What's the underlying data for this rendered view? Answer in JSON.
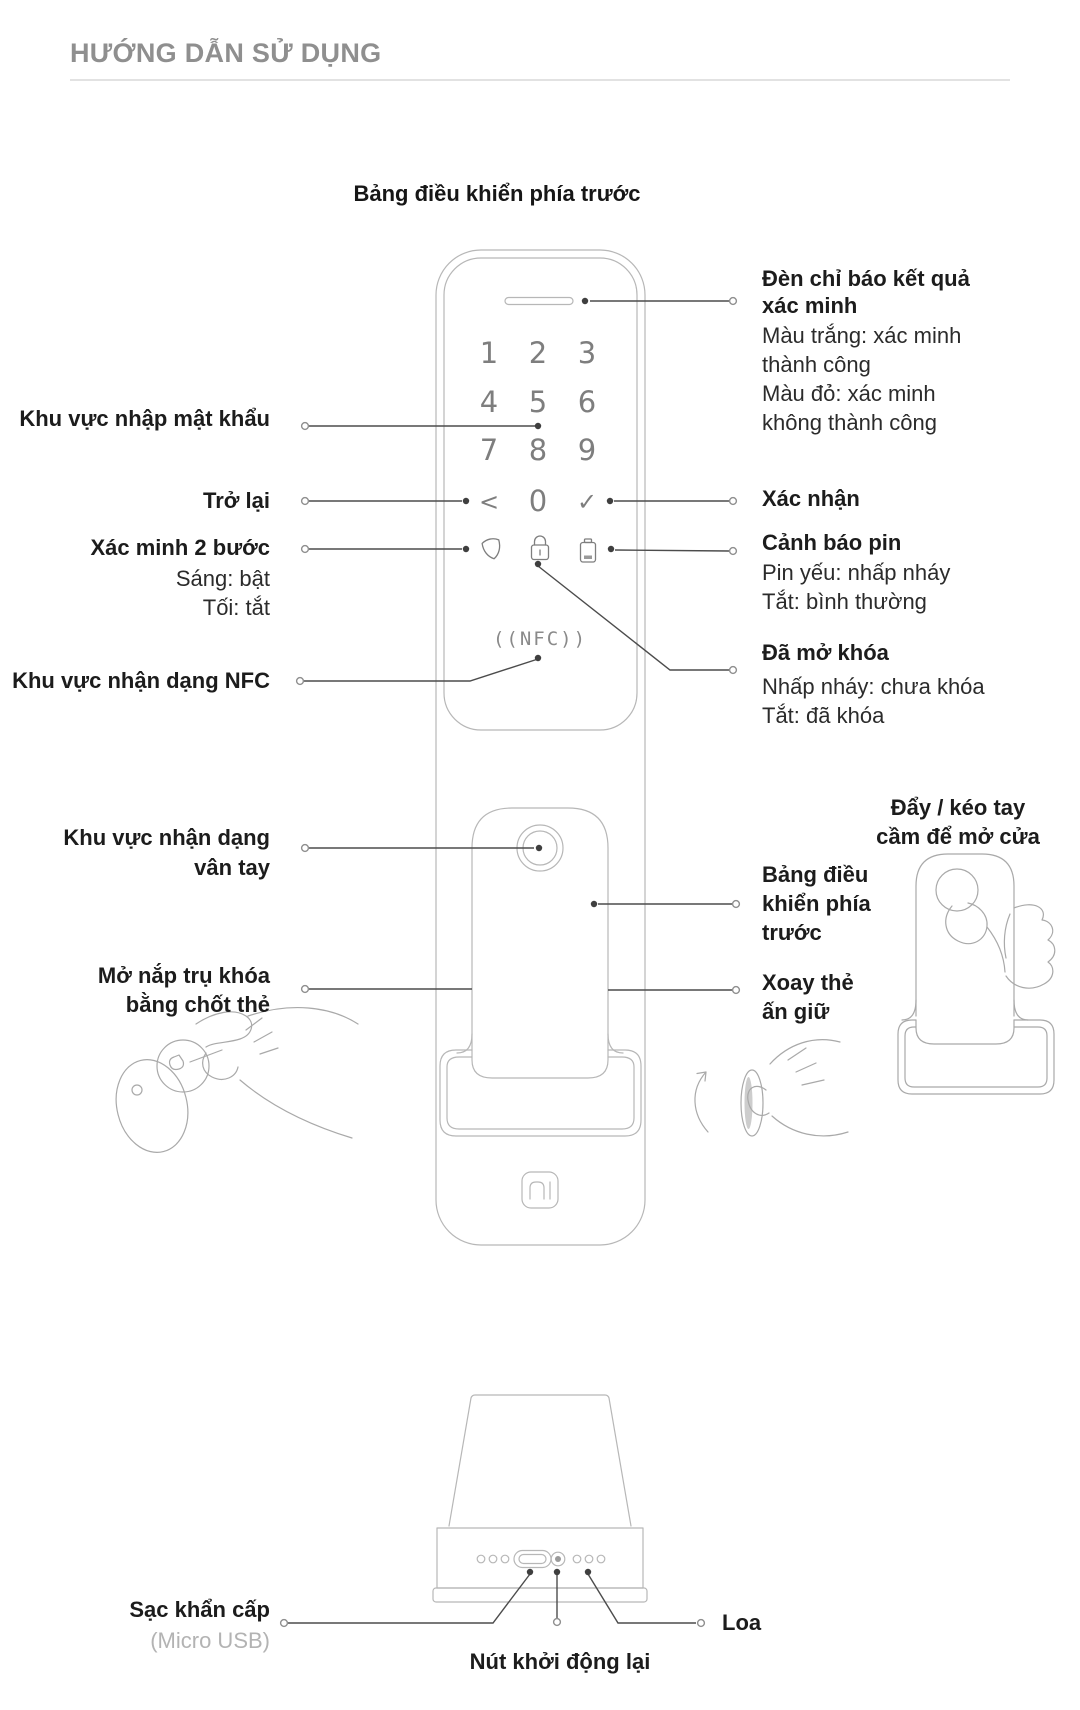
{
  "page": {
    "title": "HƯỚNG DẪN SỬ DỤNG",
    "section_heading": "Bảng điều khiển phía trước"
  },
  "device": {
    "keypad": {
      "keys": [
        "1",
        "2",
        "3",
        "4",
        "5",
        "6",
        "7",
        "8",
        "9"
      ],
      "back_key": "<",
      "zero_key": "0",
      "confirm_key": "✓"
    },
    "nfc_zone_text": "((NFC))",
    "icons": {
      "two_step_verify": "shield-icon",
      "unlock_status": "lock-icon",
      "battery_status": "battery-icon"
    }
  },
  "annotations": {
    "indicator": {
      "title": [
        "Đèn chỉ báo kết quả",
        "xác minh"
      ],
      "body": [
        "Màu trắng: xác minh",
        "thành công",
        "Màu đỏ: xác minh",
        "không thành công"
      ]
    },
    "password": {
      "title": "Khu vực nhập mật khẩu"
    },
    "back": {
      "title": "Trở lại"
    },
    "two_step": {
      "title": "Xác minh 2 bước",
      "body": [
        "Sáng: bật",
        "Tối: tắt"
      ]
    },
    "confirm": {
      "title": "Xác nhận"
    },
    "battery": {
      "title": "Cảnh báo pin",
      "body": [
        "Pin yếu: nhấp nháy",
        "Tắt: bình thường"
      ]
    },
    "nfc": {
      "title": "Khu vực nhận dạng NFC"
    },
    "unlocked": {
      "title": "Đã mở khóa",
      "body": [
        "Nhấp nháy: chưa khóa",
        "Tắt: đã khóa"
      ]
    },
    "fingerprint": {
      "title": [
        "Khu vực nhận dạng",
        "vân tay"
      ]
    },
    "front_panel": {
      "title": [
        "Bảng điều",
        "khiển phía",
        "trước"
      ]
    },
    "open_cap": {
      "title": [
        "Mở nắp trụ khóa",
        "bằng chốt thẻ"
      ]
    },
    "rotate_card": {
      "title": [
        "Xoay thẻ",
        "ấn giữ"
      ]
    },
    "push_pull": {
      "title": [
        "Đẩy / kéo tay",
        "cầm để mở cửa"
      ]
    },
    "emergency_charge": {
      "title": "Sạc khẩn cấp",
      "sub": "(Micro USB)"
    },
    "restart": {
      "title": "Nút khởi động lại"
    },
    "speaker": {
      "title": "Loa"
    }
  }
}
